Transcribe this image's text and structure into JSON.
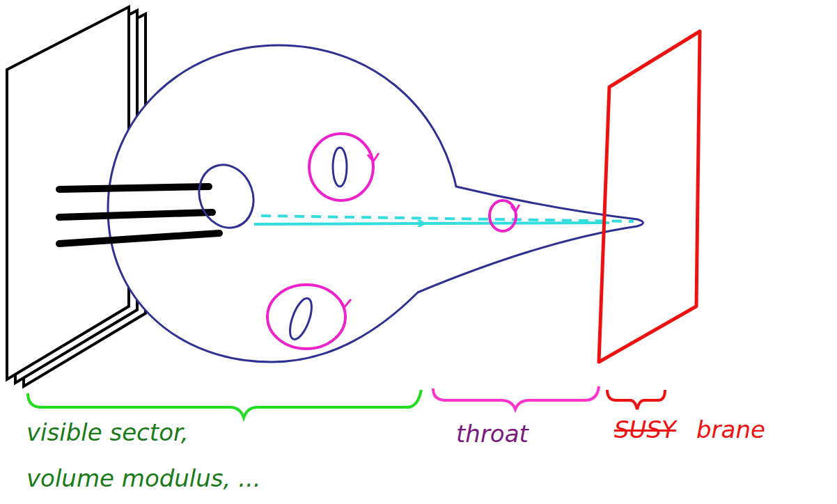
{
  "diagram": {
    "labels": [
      "visible sector, volume modulus, ...",
      "throat",
      "SUSY",
      "brane"
    ]
  }
}
